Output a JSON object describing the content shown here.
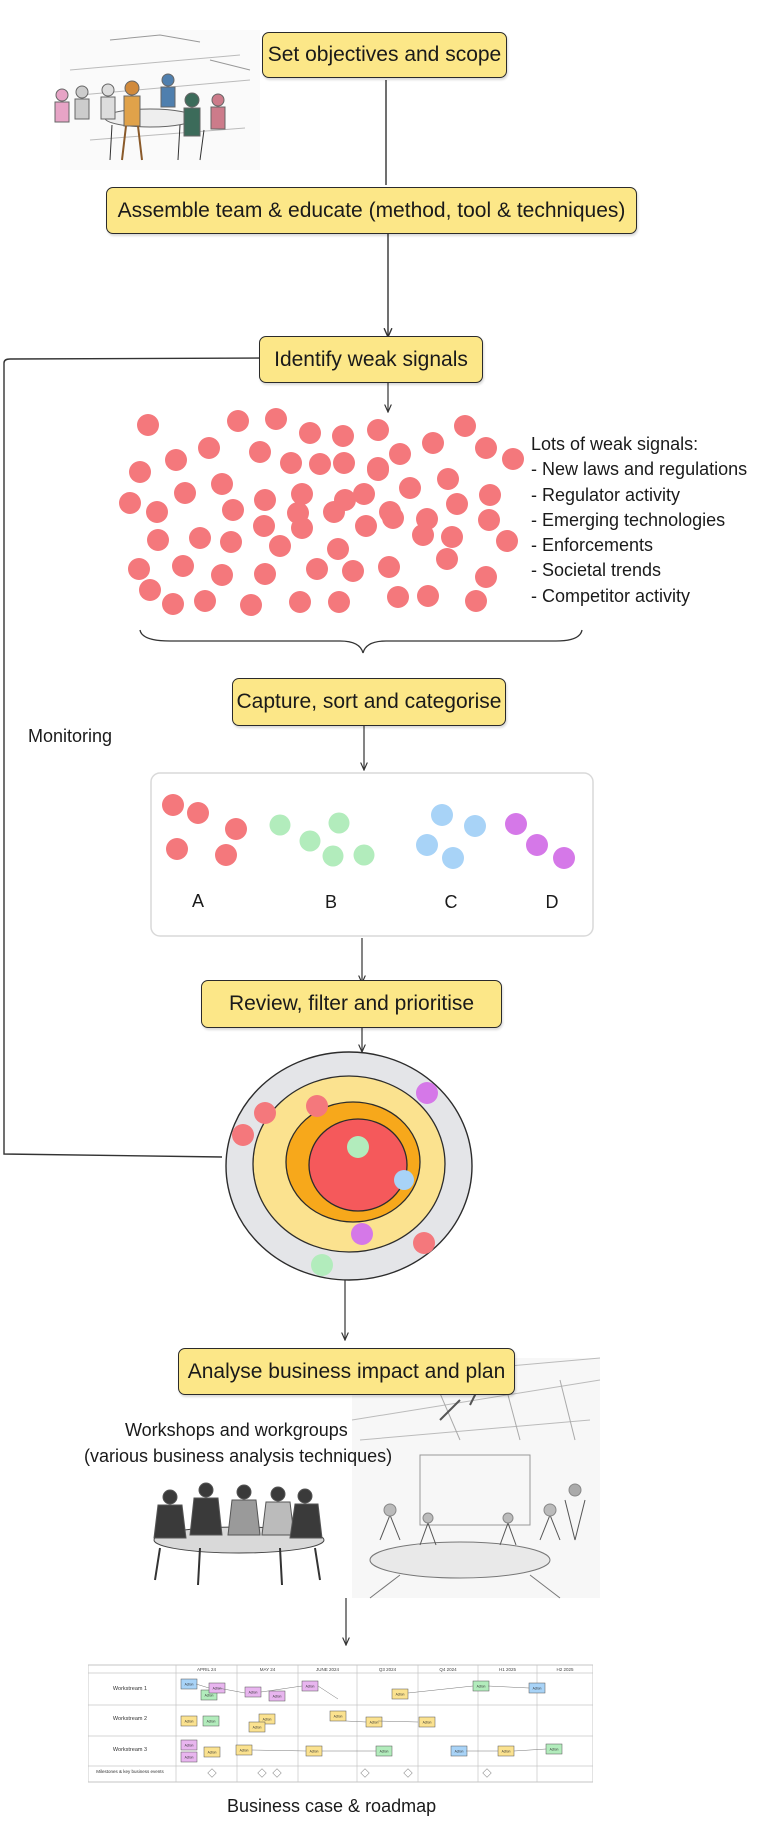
{
  "steps": {
    "objectives": "Set objectives and scope",
    "team": "Assemble team & educate (method, tool & techniques)",
    "identify": "Identify weak signals",
    "capture": "Capture, sort and categorise",
    "review": "Review, filter and prioritise",
    "analyse": "Analyse business impact and plan"
  },
  "signals": {
    "heading": "Lots of weak signals:",
    "items": [
      "- New laws and regulations",
      "- Regulator activity",
      "- Emerging technologies",
      "- Enforcements",
      "- Societal trends",
      "- Competitor activity"
    ]
  },
  "monitoring": "Monitoring",
  "categories": [
    "A",
    "B",
    "C",
    "D"
  ],
  "workshops": {
    "line1": "Workshops and workgroups",
    "line2": "(various business analysis techniques)"
  },
  "footer": "Business case & roadmap",
  "roadmap": {
    "columns": [
      "APRIL 24",
      "MAY 24",
      "JUNE 2024",
      "Q3 2024",
      "Q4 2024",
      "H1 2025",
      "H2 2025"
    ],
    "rows": [
      "Workstream 1",
      "Workstream 2",
      "Workstream 3",
      "Milestones & key business events"
    ],
    "action_label": "Action"
  },
  "colors": {
    "box_fill": "#fce788",
    "signal_red": "#f4787c",
    "cat_green": "#b2ecbc",
    "cat_blue": "#a8d3f7",
    "cat_purple": "#d578e8",
    "ring_grey": "#e4e5e8",
    "ring_yellow": "#fbe28f",
    "ring_orange": "#f7a81b",
    "core_red": "#f5595b"
  }
}
